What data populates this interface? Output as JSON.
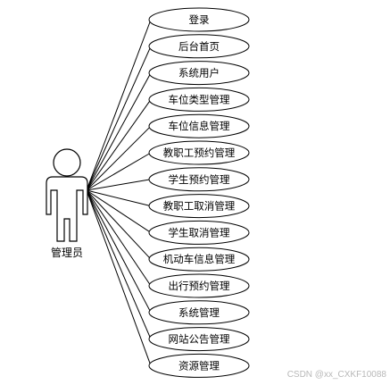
{
  "actor": {
    "label": "管理员"
  },
  "use_cases": [
    "登录",
    "后台首页",
    "系统用户",
    "车位类型管理",
    "车位信息管理",
    "教职工预约管理",
    "学生预约管理",
    "教职工取消管理",
    "学生取消管理",
    "机动车信息管理",
    "出行预约管理",
    "系统管理",
    "网站公告管理",
    "资源管理"
  ],
  "watermark": "CSDN @xx_CXKF10088",
  "colors": {
    "stroke": "#000000",
    "fill": "#ffffff",
    "watermark": "#b8b8b8"
  }
}
